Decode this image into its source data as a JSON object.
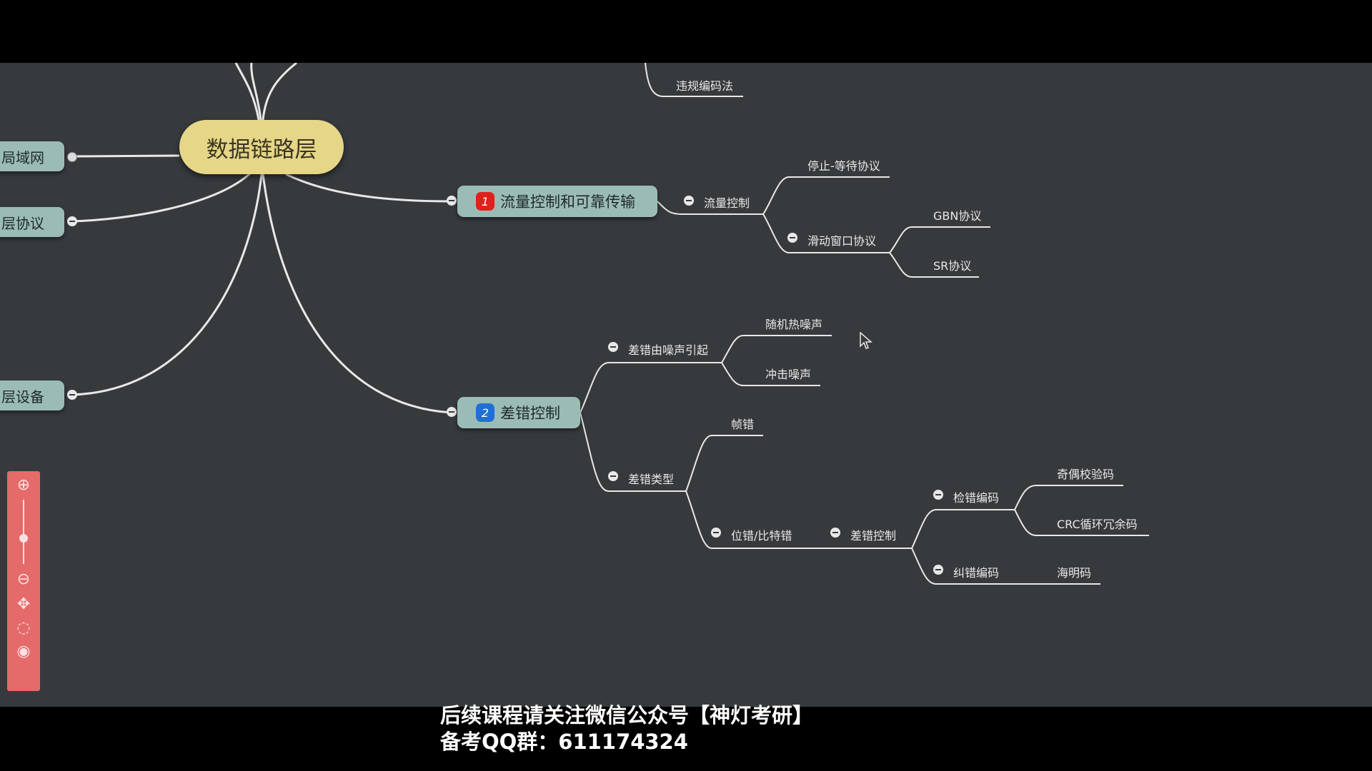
{
  "mindmap": {
    "root": "数据链路层",
    "left_branches": [
      "局域网",
      "层协议",
      "层设备"
    ],
    "top_leaf": "违规编码法",
    "branch1": {
      "badge": "1",
      "label": "流量控制和可靠传输",
      "flow_control": "流量控制",
      "stop_wait": "停止-等待协议",
      "sliding_window": "滑动窗口协议",
      "gbn": "GBN协议",
      "sr": "SR协议"
    },
    "branch2": {
      "badge": "2",
      "label": "差错控制",
      "noise_cause": "差错由噪声引起",
      "random_noise": "随机热噪声",
      "impulse_noise": "冲击噪声",
      "error_types": "差错类型",
      "frame_error": "帧错",
      "bit_error": "位错/比特错",
      "error_control": "差错控制",
      "detect_code": "检错编码",
      "parity": "奇偶校验码",
      "crc": "CRC循环冗余码",
      "correct_code": "纠错编码",
      "hamming": "海明码"
    }
  },
  "subtitle": {
    "line1": "后续课程请关注微信公众号【神灯考研】",
    "line2": "备考QQ群：611174324"
  },
  "zoom_toolbar": {
    "icons": [
      "zoom-in-icon",
      "zoom-slider",
      "zoom-out-icon",
      "move-icon",
      "center-icon",
      "eye-icon"
    ],
    "zoom_level": 0.55
  },
  "colors": {
    "canvas": "#363a3d",
    "root": "#e6d688",
    "branch": "#9bbcb5",
    "toolbar": "#e56a6a"
  }
}
